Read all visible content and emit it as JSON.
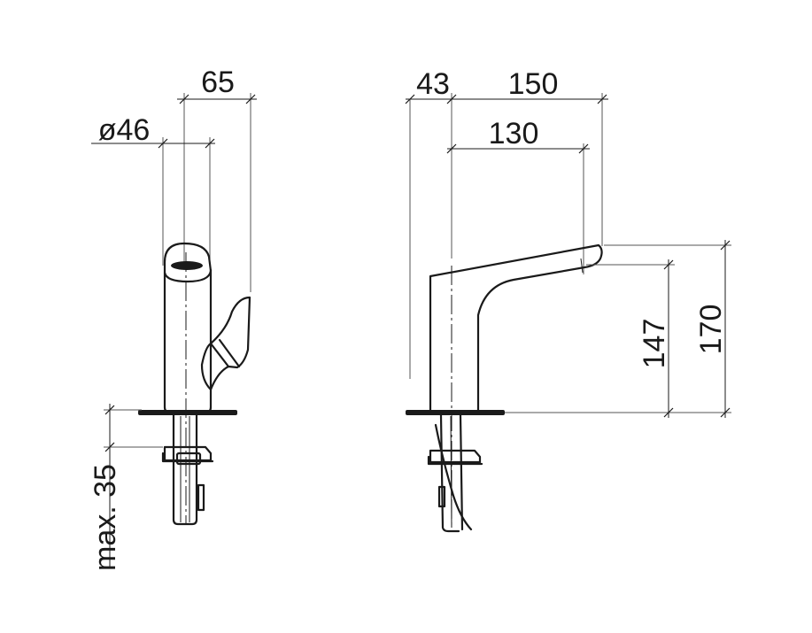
{
  "dimensions": {
    "width_65": "65",
    "diameter_46": "ø46",
    "offset_43": "43",
    "reach_150": "150",
    "reach_130": "130",
    "height_147": "147",
    "height_170": "170",
    "max_35": "max. 35"
  }
}
